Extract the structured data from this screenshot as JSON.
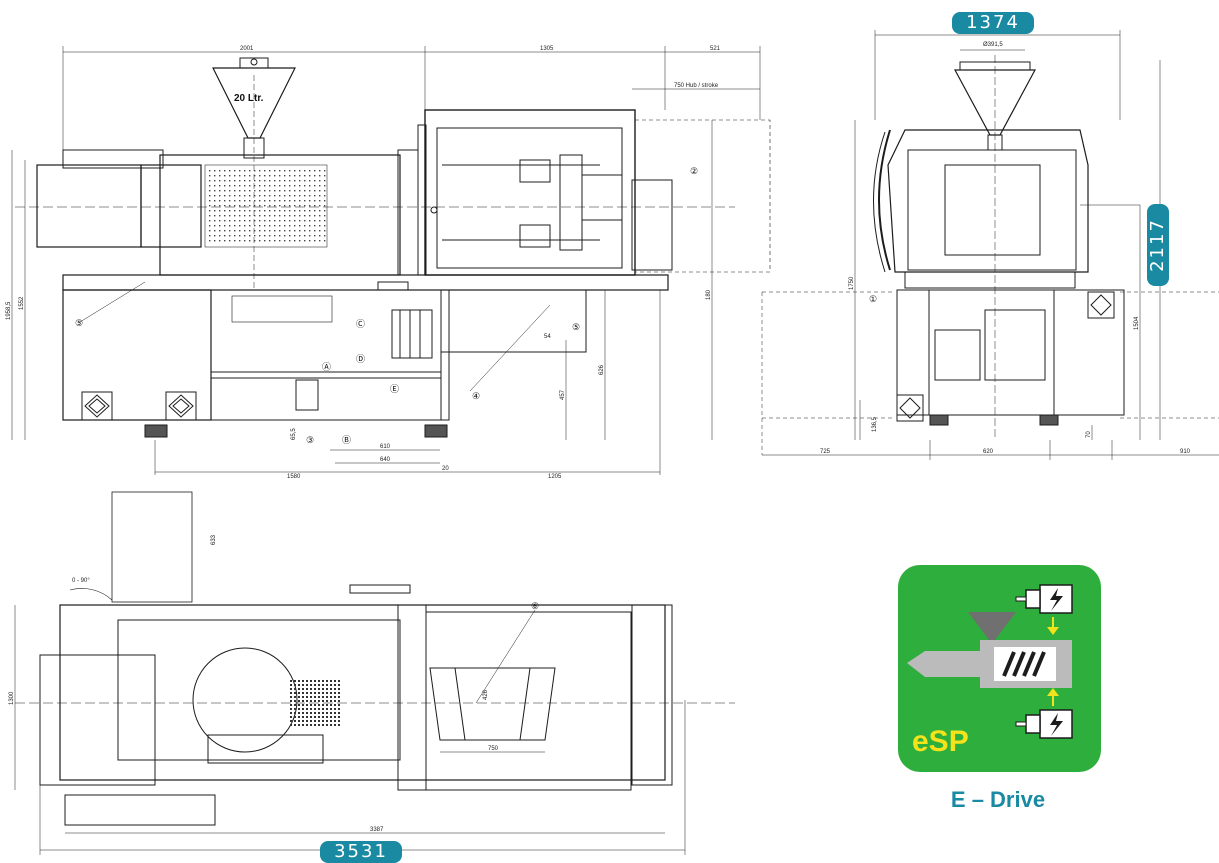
{
  "dimensions": {
    "depth": "1374",
    "height": "2117",
    "length": "3531"
  },
  "logo": {
    "label": "eSP",
    "caption": "E – Drive",
    "green": "#2eae3c",
    "teal": "#1a8aa3",
    "yellow": "#f4e21a"
  },
  "side_view": {
    "hopper_label": "20 Ltr.",
    "top_dims": [
      "2001",
      "1305",
      "521"
    ],
    "stroke_label": "750 Hub / stroke",
    "left_heights": [
      "1958,5",
      "1552"
    ],
    "inner_dims": [
      "180",
      "626",
      "457",
      "54",
      "65,5"
    ],
    "bottom_dims": [
      "610",
      "640",
      "20",
      "1580",
      "1205"
    ],
    "markers": [
      "②",
      "⑤",
      "⑤",
      "④",
      "③",
      "Ⓐ",
      "Ⓑ",
      "Ⓒ",
      "Ⓓ",
      "Ⓔ"
    ]
  },
  "front_view": {
    "top_dim": "Ø391,5",
    "markers": [
      "①"
    ],
    "heights": [
      "1750",
      "1504",
      "136,5",
      "70"
    ],
    "bottom_dims": [
      "725",
      "620",
      "910"
    ]
  },
  "top_view": {
    "marker": "⑥",
    "dims": [
      "633",
      "1300",
      "426",
      "750",
      "3387"
    ],
    "angle": "0 - 90°"
  }
}
